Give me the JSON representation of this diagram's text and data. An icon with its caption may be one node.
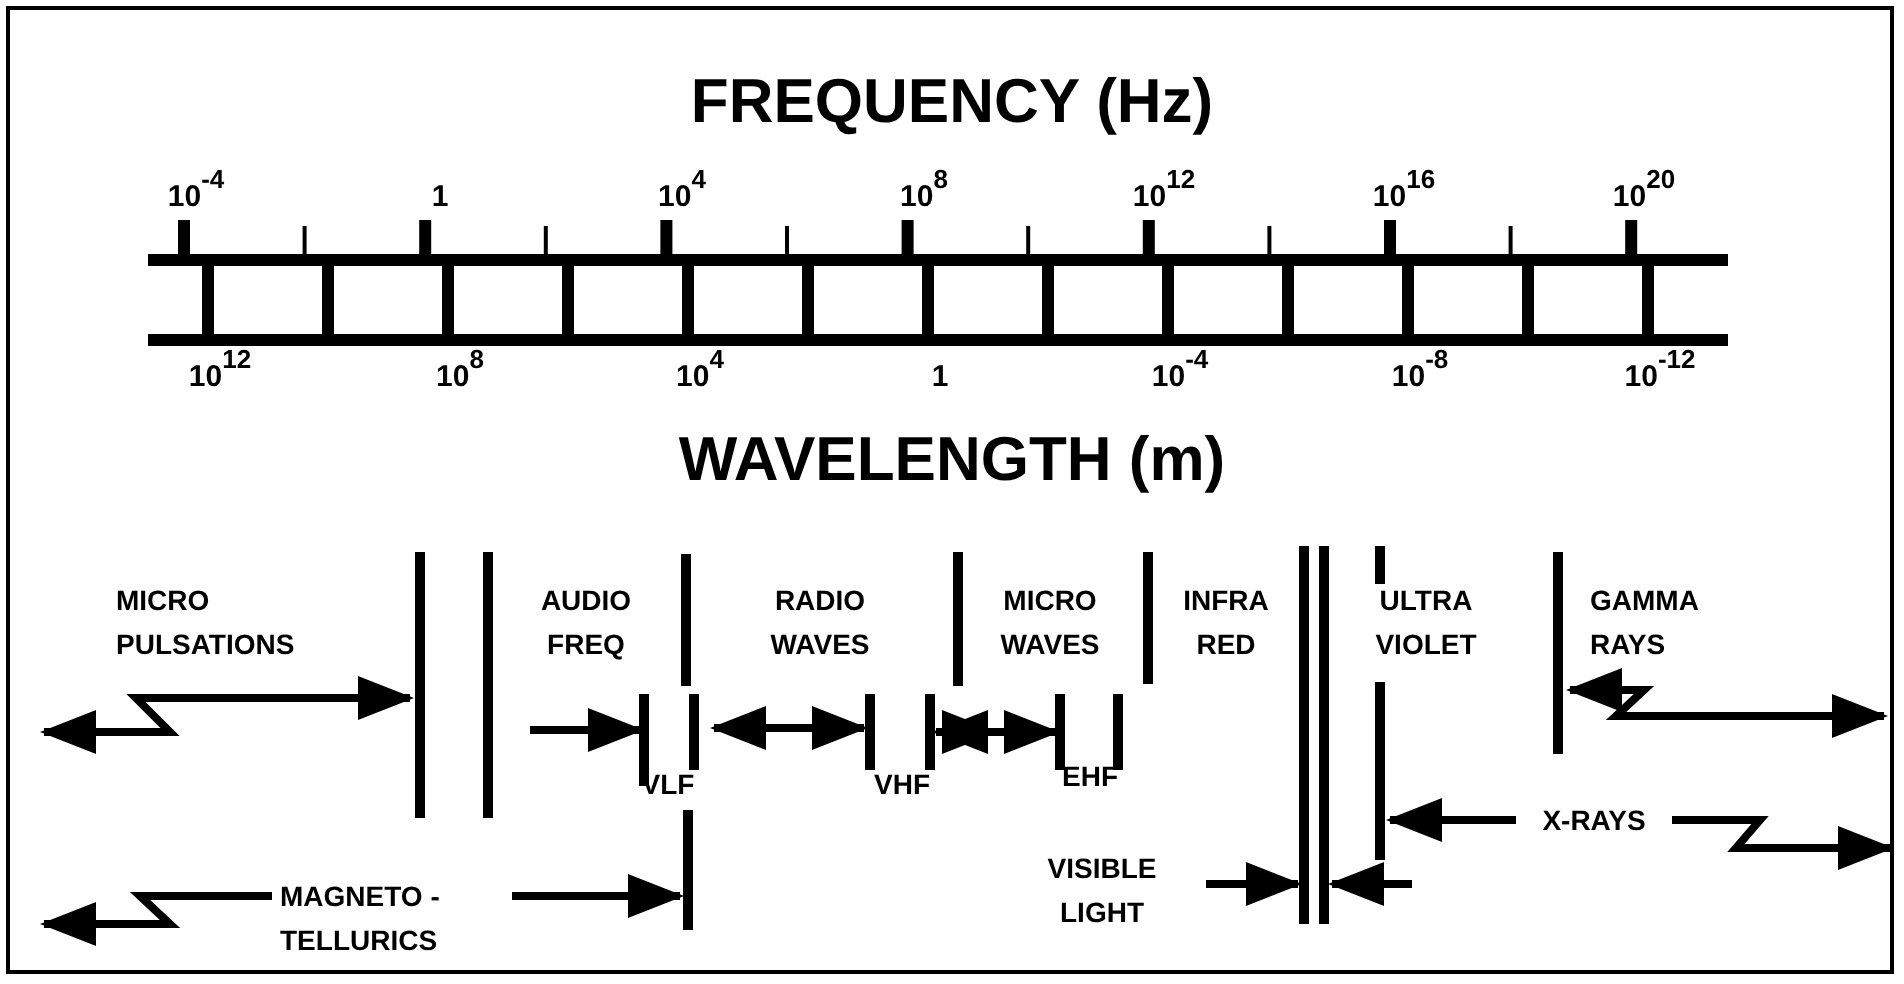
{
  "diagram": {
    "labels": [
      "FREQUENCY (Hz)",
      "10$^{-4}$",
      "1",
      "10$^{4}$",
      "10$^{8}$",
      "10$^{12}$",
      "10$^{16}$",
      "10$^{20}$",
      "10$^{12}$",
      "10$^{8}$",
      "10$^{4}$",
      "1",
      "10$^{-4}$",
      "10$^{-8}$",
      "10$^{-12}$",
      "WAVELENGTH (m)",
      "MICRO PULSATIONS",
      "AUDIO FREQ",
      "RADIO WAVES",
      "MICRO WAVES",
      "INFRA RED",
      "ULTRA VIOLET",
      "GAMMA RAYS",
      "VLF",
      "VHF",
      "EHF",
      "MAGNETO - TELLURICS",
      "X-RAYS",
      "VISIBLE LIGHT"
    ]
  }
}
